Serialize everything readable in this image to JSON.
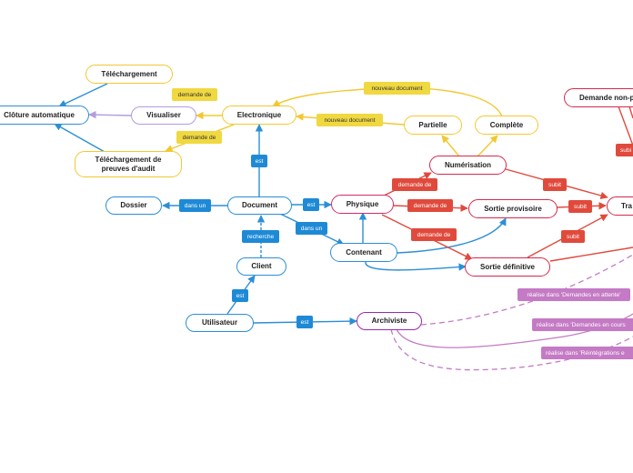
{
  "nodes": {
    "telechargement": "Téléchargement",
    "cloture": "Clôture automatique",
    "visualiser": "Visualiser",
    "electronique": "Electronique",
    "telechargement_preuves": "Téléchargement de preuves d'audit",
    "partielle": "Partielle",
    "complete": "Complète",
    "demande_non": "Demande non-p",
    "numerisation": "Numérisation",
    "dossier": "Dossier",
    "document": "Document",
    "physique": "Physique",
    "sortie_provisoire": "Sortie provisoire",
    "tra": "Tra",
    "client": "Client",
    "contenant": "Contenant",
    "sortie_definitive": "Sortie définitive",
    "utilisateur": "Utilisateur",
    "archiviste": "Archiviste"
  },
  "labels": {
    "demande_de_1": "demande de",
    "demande_de_2": "demande de",
    "nouveau_document_1": "nouveau document",
    "nouveau_document_2": "nouveau document",
    "est_electronique": "est",
    "demande_de_phys_num": "demande de",
    "subit_num": "subit",
    "demande_de_phys_sp": "demande de",
    "subit_sp": "subit",
    "demande_de_phys_sd": "demande de",
    "subit_sd": "subit",
    "subit_right": "subi",
    "dans_un_dossier": "dans un",
    "est_physique": "est",
    "dans_un_contenant": "dans un",
    "recherche": "recherche",
    "est_client": "est",
    "est_archiviste": "est",
    "attente": "réalise dans 'Demandes en attente'",
    "en_cours": "réalise dans 'Demandes en cours",
    "reintegrations": "réalise dans 'Réintégrations e"
  }
}
